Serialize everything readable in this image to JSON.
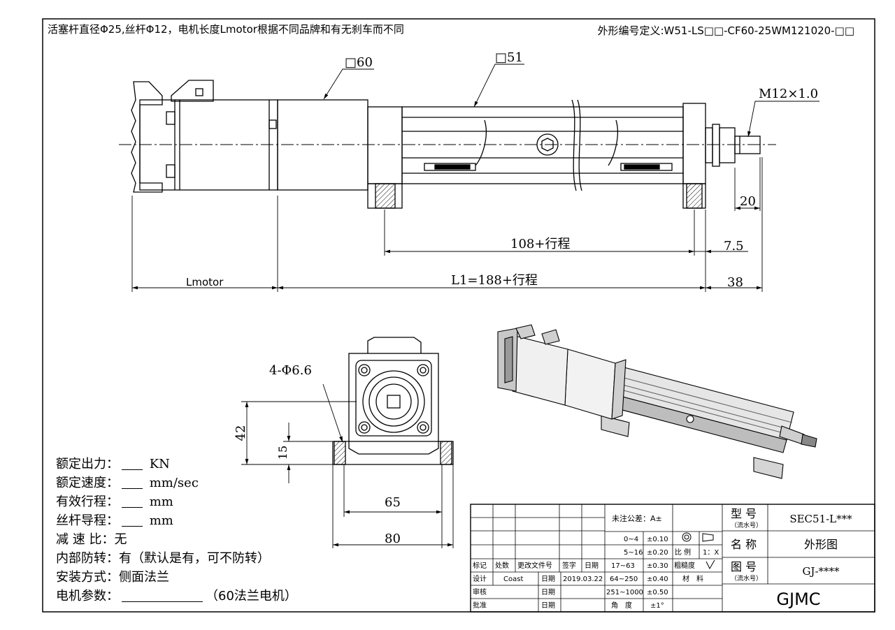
{
  "header": {
    "note": "活塞杆直径Φ25,丝杆Φ12，电机长度Lmotor根据不同品牌和有无刹车而不同",
    "code_definition": "外形编号定义:W51-LS□□-CF60-25WM121020-□□"
  },
  "dimensions": {
    "motor_flange": "□60",
    "body_profile": "□51",
    "rod_thread": "M12×1.0",
    "rod_end": "20",
    "mount_spacing": "108+行程",
    "mount_offset": "7.5",
    "motor_length": "Lmotor",
    "body_length": "L1=188+行程",
    "rod_extension": "38",
    "holes": "4-Φ6.6",
    "height_42": "42",
    "height_15": "15",
    "width_65": "65",
    "width_80": "80"
  },
  "specs": [
    {
      "label": "额定出力：",
      "unit": "KN",
      "blank": true
    },
    {
      "label": "额定速度：",
      "unit": "mm/sec",
      "blank": true
    },
    {
      "label": "有效行程：",
      "unit": "mm",
      "blank": true
    },
    {
      "label": "丝杆导程：",
      "unit": "mm",
      "blank": true
    },
    {
      "label": "减 速 比：",
      "value": "无"
    },
    {
      "label": "内部防转：",
      "value": "有（默认是有，可不防转）"
    },
    {
      "label": "安装方式：",
      "value": "侧面法兰"
    },
    {
      "label": "电机参数：",
      "value": "（60法兰电机）",
      "long_blank": true
    }
  ],
  "title_block": {
    "tolerance_header": "未注公差：A±",
    "tolerances": [
      {
        "range": "0~4",
        "tol": "±0.10"
      },
      {
        "range": "5~16",
        "tol": "±0.20"
      },
      {
        "range": "17~63",
        "tol": "±0.30"
      },
      {
        "range": "64~250",
        "tol": "±0.40"
      },
      {
        "range": "251~1000",
        "tol": "±0.50"
      },
      {
        "range": "角　度",
        "tol": "±1°"
      }
    ],
    "scale_label": "比 例",
    "scale_value": "1：X",
    "roughness_label": "粗糙度",
    "material_label": "材　料",
    "revision_headers": [
      "标记",
      "处数",
      "更改文件号",
      "签字",
      "日期"
    ],
    "design_label": "设计",
    "designer": "Coast",
    "date_label": "日期",
    "design_date": "2019.03.22",
    "review_label": "审核",
    "approve_label": "批准",
    "model_label": "型 号",
    "model_sub": "（流水号）",
    "model_value": "SEC51-L***",
    "name_label": "名 称",
    "name_value": "外形图",
    "drawing_no_label": "图 号",
    "drawing_no_sub": "（流水号）",
    "drawing_no_value": "GJ-****",
    "company": "GJMC"
  }
}
